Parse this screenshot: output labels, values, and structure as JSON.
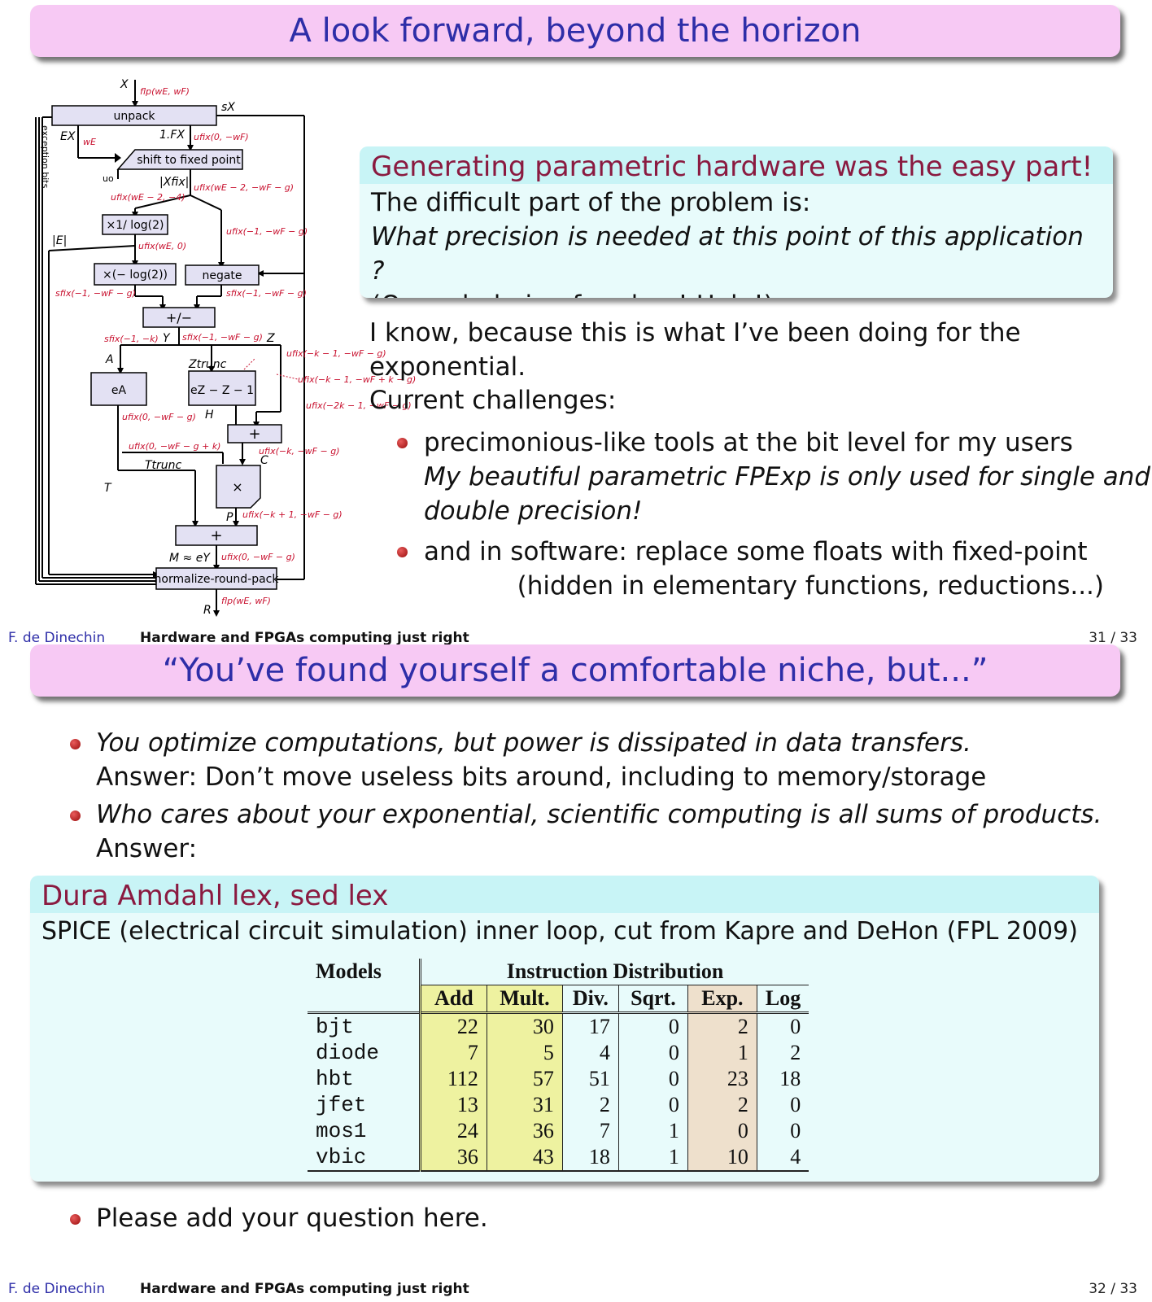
{
  "slide31": {
    "title": "A look forward, beyond the horizon",
    "block_title": "Generating parametric hardware was the easy part!",
    "block_line1": "The difficult part of the problem is:",
    "block_line2": "What precision is needed at this point of this application ?",
    "block_line3": "(Overwhelming freedom! Help!)",
    "know": "I know, because this is what I’ve been doing for the exponential.",
    "challenges": "Current challenges:",
    "bullet1_a": "precimonious-like tools at the bit level for my users",
    "bullet1_b": "My beautiful parametric FPExp is only used for single and",
    "bullet1_c": "double precision!",
    "bullet2_a": "and in software: replace some floats with fixed-point",
    "bullet2_b": "(hidden in elementary functions, reductions...)",
    "footer": {
      "author": "F. de Dinechin",
      "talk": "Hardware and FPGAs computing just right",
      "page": "31 / 33"
    },
    "diagram": {
      "X": "X",
      "flp_in": "flp(wE, wF)",
      "unpack": "unpack",
      "sX": "sX",
      "EX": "EX",
      "wE": "wE",
      "oneFX": "1.FX",
      "ufix0wF": "ufix(0, −wF)",
      "exception": "exception bits",
      "shift": "shift to fixed point",
      "uo": "uo",
      "Xfix": "|Xfix|",
      "ufix_we2wfg": "ufix(wE − 2, −wF − g)",
      "ufix_we2_4": "ufix(wE − 2, −4)",
      "inv_log2": "×1/ log(2)",
      "ufix_1wfg": "ufix(−1, −wF − g)",
      "absE": "|E|",
      "ufix_we0": "ufix(wE, 0)",
      "mul_log2": "×(− log(2))",
      "negate": "negate",
      "sfix_1wfg_a": "sfix(−1, −wF − g)",
      "sfix_1wfg_b": "sfix(−1, −wF − g)",
      "plusminus": "+/−",
      "sfix_1k": "sfix(−1, −k)",
      "Y": "Y",
      "sfix_1wfg_c": "sfix(−1, −wF − g)",
      "Z": "Z",
      "ufix_k1wfg": "ufix(−k − 1, −wF − g)",
      "A": "A",
      "Ztrunc": "Ztrunc",
      "eA": "eA",
      "eZ": "eZ − Z − 1",
      "ufix_k1wfkg": "ufix(−k − 1, −wF + k − g)",
      "ufix_2k1": "ufix(−2k − 1, −wF − g)",
      "ufix0wfg": "ufix(0, −wF − g)",
      "H": "H",
      "plus1": "+",
      "ufix0wfgk": "ufix(0, −wF − g + k)",
      "ufix_kwfg": "ufix(−k, −wF − g)",
      "Ttrunc": "Ttrunc",
      "C": "C",
      "T": "T",
      "times": "×",
      "P": "P",
      "ufix_k1wfg2": "ufix(−k + 1, −wF − g)",
      "plus2": "+",
      "M": "M ≈ eY",
      "ufix0wfg2": "ufix(0, −wF − g)",
      "nrp": "normalize-round-pack",
      "flp_out": "flp(wE, wF)",
      "R": "R"
    }
  },
  "slide32": {
    "title": "“You’ve found yourself a comfortable niche, but...”",
    "b1_q": "You optimize computations, but power is dissipated in data transfers.",
    "b1_a": "Answer: Don’t move useless bits around, including to memory/storage",
    "b2_q": "Who cares about your exponential, scientific computing is all sums of products.",
    "b2_a": "Answer:",
    "block_title": "Dura Amdahl lex, sed lex",
    "block_line": "SPICE (electrical circuit simulation) inner loop, cut from Kapre and DeHon (FPL 2009)",
    "table": {
      "models_header": "Models",
      "group_header": "Instruction Distribution",
      "columns": [
        "Add",
        "Mult.",
        "Div.",
        "Sqrt.",
        "Exp.",
        "Log"
      ],
      "rows": [
        {
          "model": "bjt",
          "values": [
            "22",
            "30",
            "17",
            "0",
            "2",
            "0"
          ]
        },
        {
          "model": "diode",
          "values": [
            "7",
            "5",
            "4",
            "0",
            "1",
            "2"
          ]
        },
        {
          "model": "hbt",
          "values": [
            "112",
            "57",
            "51",
            "0",
            "23",
            "18"
          ]
        },
        {
          "model": "jfet",
          "values": [
            "13",
            "31",
            "2",
            "0",
            "2",
            "0"
          ]
        },
        {
          "model": "mos1",
          "values": [
            "24",
            "36",
            "7",
            "1",
            "0",
            "0"
          ]
        },
        {
          "model": "vbic",
          "values": [
            "36",
            "43",
            "18",
            "1",
            "10",
            "4"
          ]
        }
      ]
    },
    "b3": "Please add your question here.",
    "footer": {
      "author": "F. de Dinechin",
      "talk": "Hardware and FPGAs computing just right",
      "page": "32 / 33"
    }
  },
  "colors": {
    "title_bg": "#f7c9f4",
    "title_text": "#2e2ea8",
    "block_bg": "#e8fbfb",
    "block_head": "#c8f4f6",
    "block_title_text": "#8a1a40",
    "bullet": "#b01818",
    "add_mult_bg": "#eef2a0",
    "exp_log_bg": "#eee0cc",
    "annot": "#c8102e"
  }
}
